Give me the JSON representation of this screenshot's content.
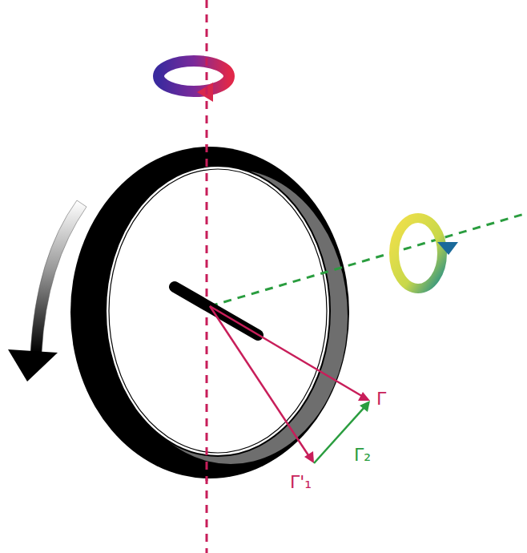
{
  "diagram": {
    "labels": [
      "Γ",
      "Γ₂",
      "Γ'₁"
    ]
  }
}
